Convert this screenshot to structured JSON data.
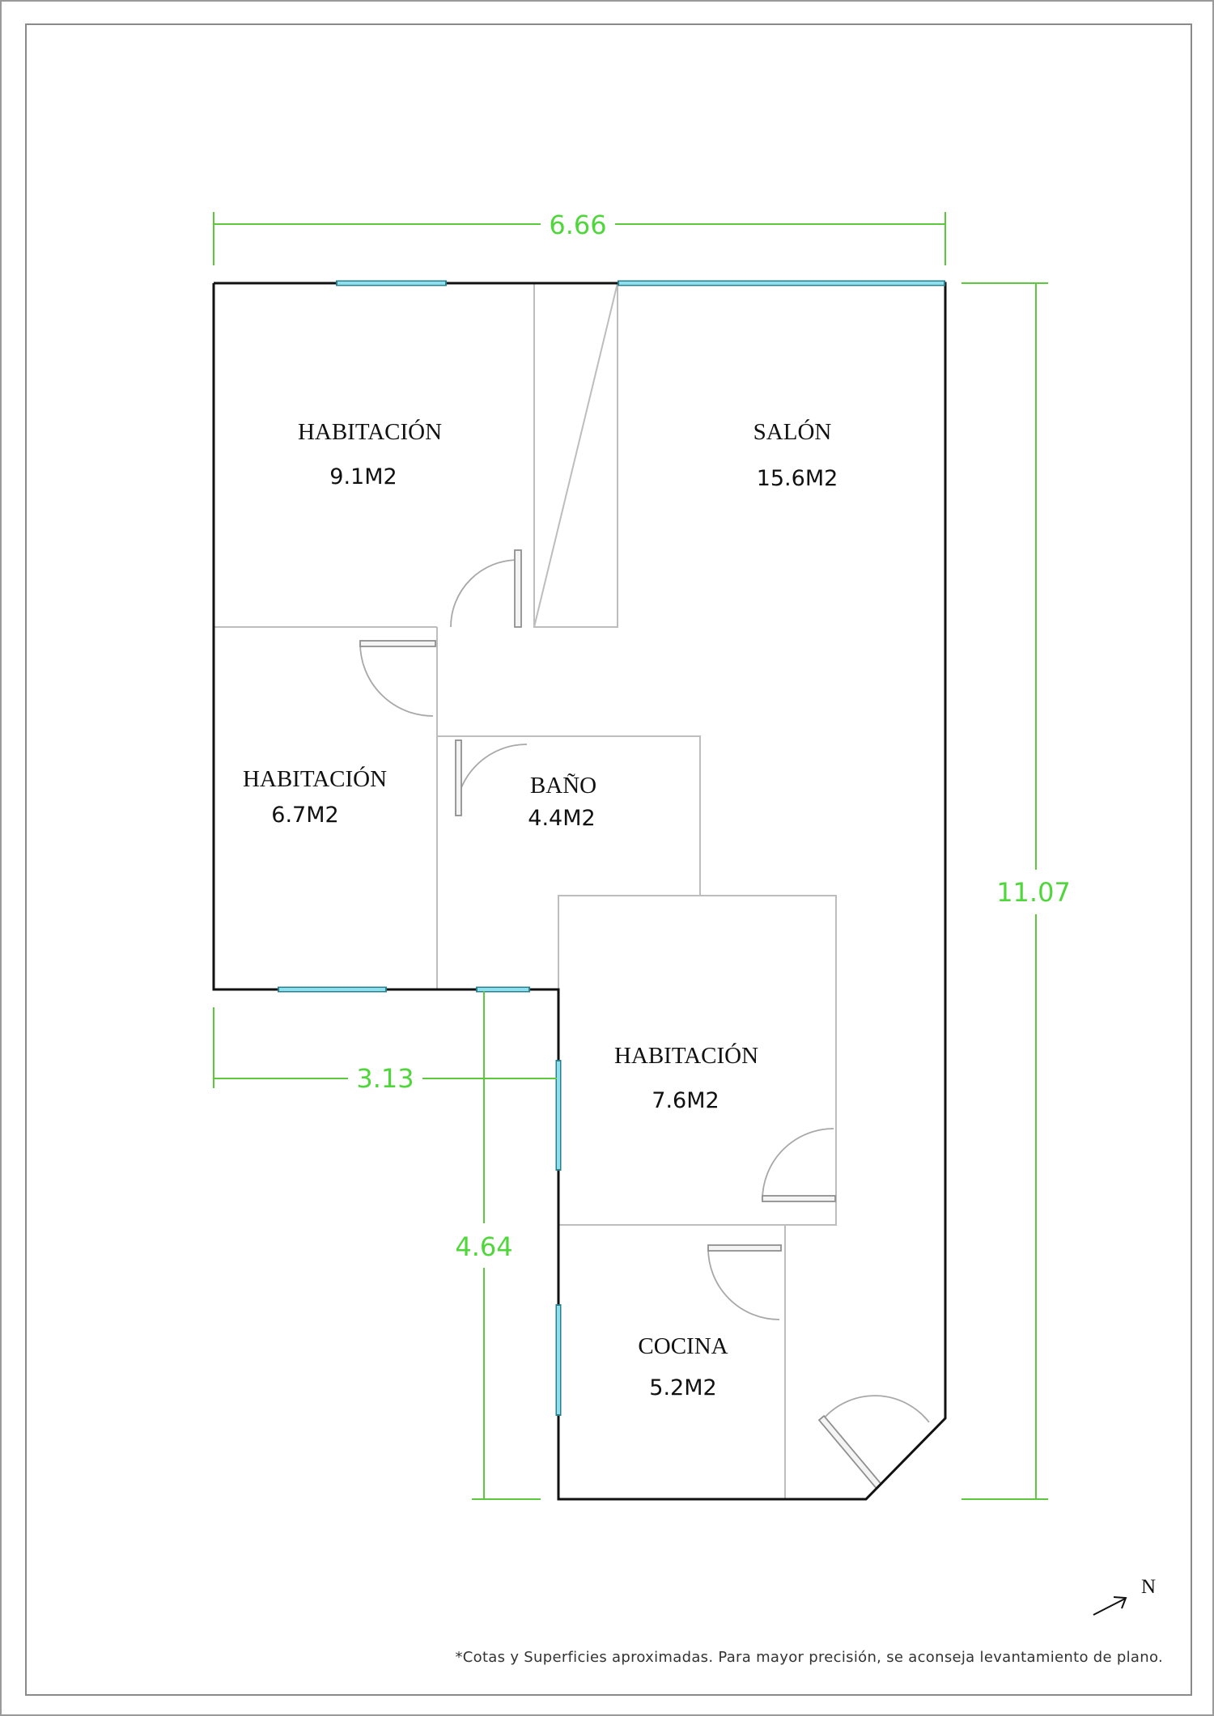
{
  "plan": {
    "rooms": [
      {
        "name": "HABITACIÓN",
        "area": "9.1M2"
      },
      {
        "name": "SALÓN",
        "area": "15.6M2"
      },
      {
        "name": "HABITACIÓN",
        "area": "6.7M2"
      },
      {
        "name": "BAÑO",
        "area": "4.4M2"
      },
      {
        "name": "HABITACIÓN",
        "area": "7.6M2"
      },
      {
        "name": "COCINA",
        "area": "5.2M2"
      }
    ],
    "dimensions": {
      "width": "6.66",
      "height": "11.07",
      "lower_width": "3.13",
      "lower_height": "4.64"
    },
    "north": "N",
    "note": "*Cotas y Superficies aproximadas. Para mayor precisión, se aconseja levantamiento de plano."
  },
  "colors": {
    "dimension": "#4fd63a",
    "window": "#8fe0ee",
    "wall": "#111111",
    "interior_wall": "#bdbdbd"
  }
}
